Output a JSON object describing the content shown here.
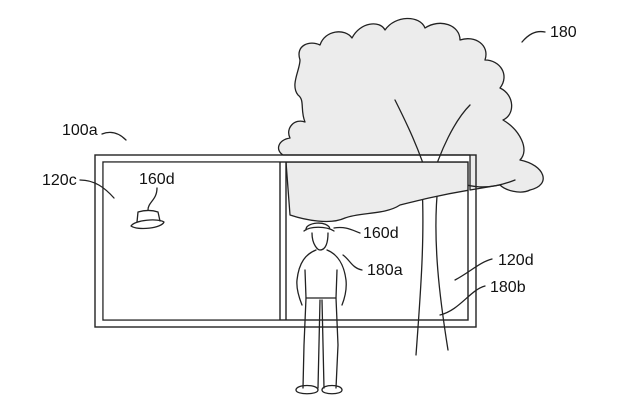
{
  "figure": {
    "labels": {
      "tree": "180",
      "device": "100a",
      "left_display": "120c",
      "left_hat": "160d",
      "right_hat": "160d",
      "person": "180a",
      "right_display": "120d",
      "trunk": "180b"
    }
  }
}
